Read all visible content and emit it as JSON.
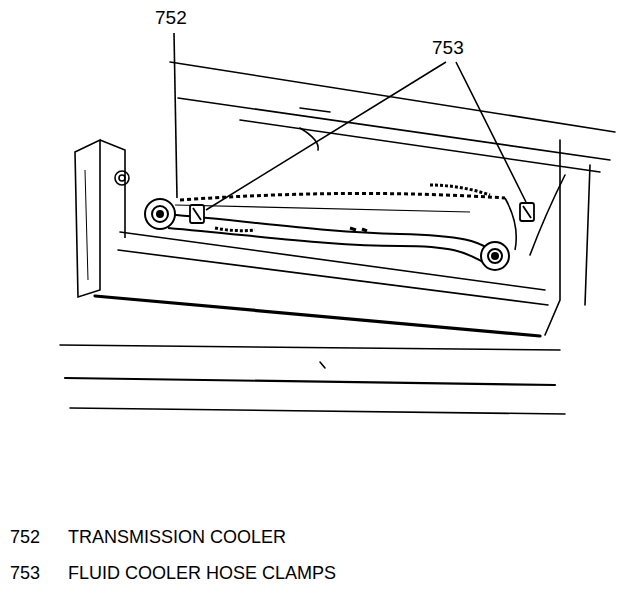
{
  "diagram": {
    "labels": [
      "752",
      "753",
      "752",
      "TRANSMISSION COOLER",
      "753",
      "FLUID COOLER HOSE CLAMPS"
    ]
  }
}
